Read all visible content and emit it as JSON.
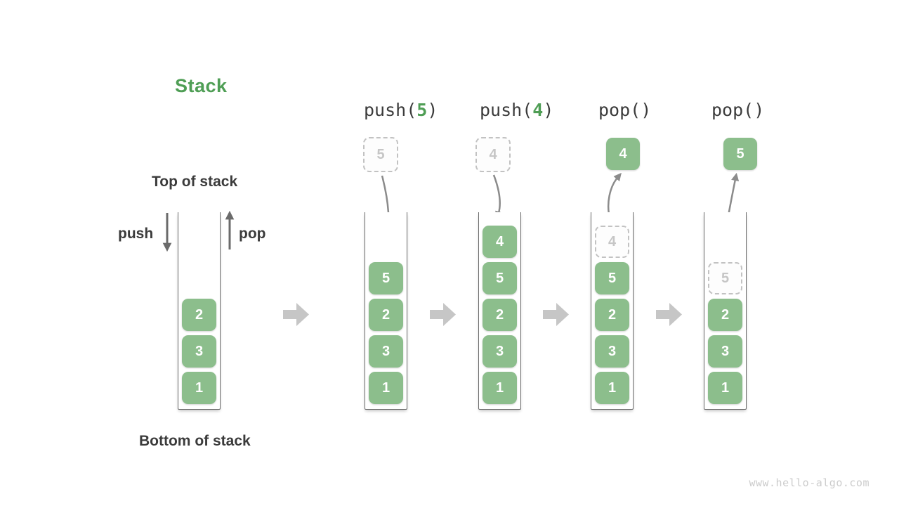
{
  "title": "Stack",
  "labels": {
    "top": "Top of stack",
    "bottom": "Bottom of stack",
    "push": "push",
    "pop": "pop"
  },
  "operations": [
    {
      "pre": "push(",
      "arg": "5",
      "post": ")"
    },
    {
      "pre": "push(",
      "arg": "4",
      "post": ")"
    },
    {
      "pre": "pop()",
      "arg": "",
      "post": ""
    },
    {
      "pre": "pop()",
      "arg": "",
      "post": ""
    }
  ],
  "floating": [
    {
      "value": "5",
      "style": "dashed"
    },
    {
      "value": "4",
      "style": "dashed"
    },
    {
      "value": "4",
      "style": "solid"
    },
    {
      "value": "5",
      "style": "solid"
    }
  ],
  "stacks": [
    {
      "items": [
        {
          "value": "2"
        },
        {
          "value": "3"
        },
        {
          "value": "1"
        }
      ]
    },
    {
      "items": [
        {
          "value": "5"
        },
        {
          "value": "2"
        },
        {
          "value": "3"
        },
        {
          "value": "1"
        }
      ]
    },
    {
      "items": [
        {
          "value": "4"
        },
        {
          "value": "5"
        },
        {
          "value": "2"
        },
        {
          "value": "3"
        },
        {
          "value": "1"
        }
      ]
    },
    {
      "items": [
        {
          "value": "4",
          "state": "dashed"
        },
        {
          "value": "5"
        },
        {
          "value": "2"
        },
        {
          "value": "3"
        },
        {
          "value": "1"
        }
      ]
    },
    {
      "items": [
        {
          "value": "5",
          "state": "dashed"
        },
        {
          "value": "2"
        },
        {
          "value": "3"
        },
        {
          "value": "1"
        }
      ]
    }
  ],
  "watermark": "www.hello-algo.com",
  "colors": {
    "accent_green": "#4f9e55",
    "box_green": "#8cbe8c",
    "box_text": "#ffffff",
    "dark_text": "#3b3b3b",
    "dashed_border": "#c2c2c2",
    "dashed_text": "#c6c6c6",
    "dashed_bg": "#fdfdfd",
    "wall_gray": "#6a6a6a",
    "curve_arrow_gray": "#8b8b8b",
    "straight_arrow_gray": "#6b6b6b",
    "block_arrow_gray": "#c6c6c6",
    "watermark_gray": "#cccccc"
  }
}
